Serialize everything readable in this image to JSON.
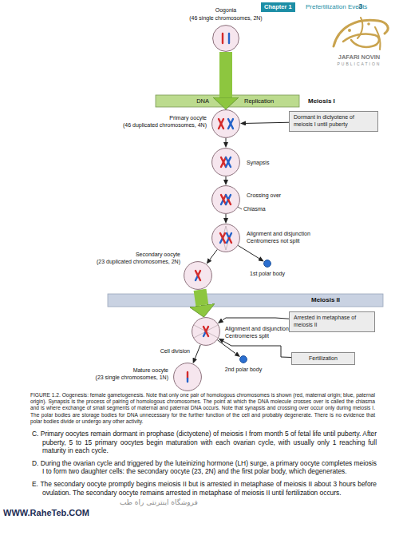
{
  "diagram": {
    "caption": "FIGURE 1.2. Oogenesis: female gametogenesis. Note that only one pair of homologous chromosomes is shown (red, maternal origin; blue, paternal origin). Synapsis is the process of pairing of homologous chromosomes. The point at which the DNA molecule crosses over is called the chiasma and is where exchange of small segments of maternal and paternal DNA occurs. Note that synapsis and crossing over occur only during meiosis I. The polar bodies are storage bodies for DNA unnecessary for the further function of the cell and probably degenerate. There is no evidence that polar bodies divide or undergo any other activity.",
    "nodes": [
      {
        "text": [
          "Chapter 1"
        ]
      },
      {
        "text": [
          "Oogonia",
          "(46 single chromosomes, 2N)"
        ]
      },
      {
        "text": [
          "DNA",
          "Replication"
        ]
      },
      {
        "text": [
          "Primary oocyte",
          "(46 duplicated chromosomes, 4N)"
        ]
      },
      {
        "text": [
          "Dormant in dictyotene of meiosis I until puberty"
        ]
      },
      {
        "text": [
          "Synapsis"
        ]
      },
      {
        "text": [
          "Crossing over"
        ]
      },
      {
        "text": [
          "Alignment and disjunction",
          "Centromeres not split"
        ]
      },
      {
        "text": [
          "Secondary oocyte",
          "(23 duplicated chromosomes, 2N)"
        ]
      },
      {
        "text": [
          "1st polar body"
        ]
      },
      {
        "text": [
          "Meiosis II"
        ]
      },
      {
        "text": [
          "Alignment and disjunction",
          "Centromeres split"
        ]
      },
      {
        "text": [
          "Arrested in metaphase of meiosis II"
        ]
      },
      {
        "text": [
          "Mature oocyte",
          "(23 single chromosomes, 1N)"
        ]
      },
      {
        "text": [
          "2nd polar body"
        ]
      },
      {
        "text": [
          "Fertilization"
        ]
      }
    ],
    "edges": [
      {
        "from": 1,
        "to": 3,
        "arrow": "to"
      },
      {
        "from": 4,
        "to": 3,
        "arrow": "to"
      },
      {
        "from": 3,
        "to": 5,
        "arrow": "to"
      },
      {
        "from": 5,
        "to": 6,
        "arrow": "to"
      },
      {
        "from": 6,
        "to": 7,
        "arrow": "to"
      },
      {
        "from": 7,
        "to": 8,
        "arrow": "to"
      },
      {
        "from": 7,
        "to": 9,
        "arrow": "to"
      },
      {
        "from": 8,
        "to": 11,
        "arrow": "to"
      },
      {
        "from": 12,
        "to": 11,
        "arrow": "to"
      },
      {
        "from": 11,
        "to": 13,
        "arrow": "to"
      },
      {
        "from": 11,
        "to": 14,
        "arrow": "to"
      },
      {
        "from": 15,
        "to": 11,
        "arrow": "to"
      }
    ],
    "labels": [
      "Prefertilization Events",
      "3",
      "JAFARI NOVIN",
      "PUBLICATION",
      "Meiosis I",
      "Chiasma",
      "Cell division",
      "C. Primary oocytes remain dormant in prophase (dictyotene) of meiosis I from month 5 of fetal life until puberty. After puberty, 5 to 15 primary oocytes begin maturation with each ovarian cycle, with usually only 1 reaching full maturity in each cycle.",
      "D. During the ovarian cycle and triggered by the luteinizing hormone (LH) surge, a primary oocyte completes meiosis I to form two daughter cells: the secondary oocyte (23, 2N) and the first polar body, which degenerates.",
      "E. The secondary oocyte promptly begins meiosis II but is arrested in metaphase of meiosis II about 3 hours before ovulation. The secondary oocyte remains arrested in metaphase of meiosis II until fertilization occurs.",
      "فروشگاه اینترنتی راه طب",
      "WWW.RaheTeb.COM"
    ]
  }
}
